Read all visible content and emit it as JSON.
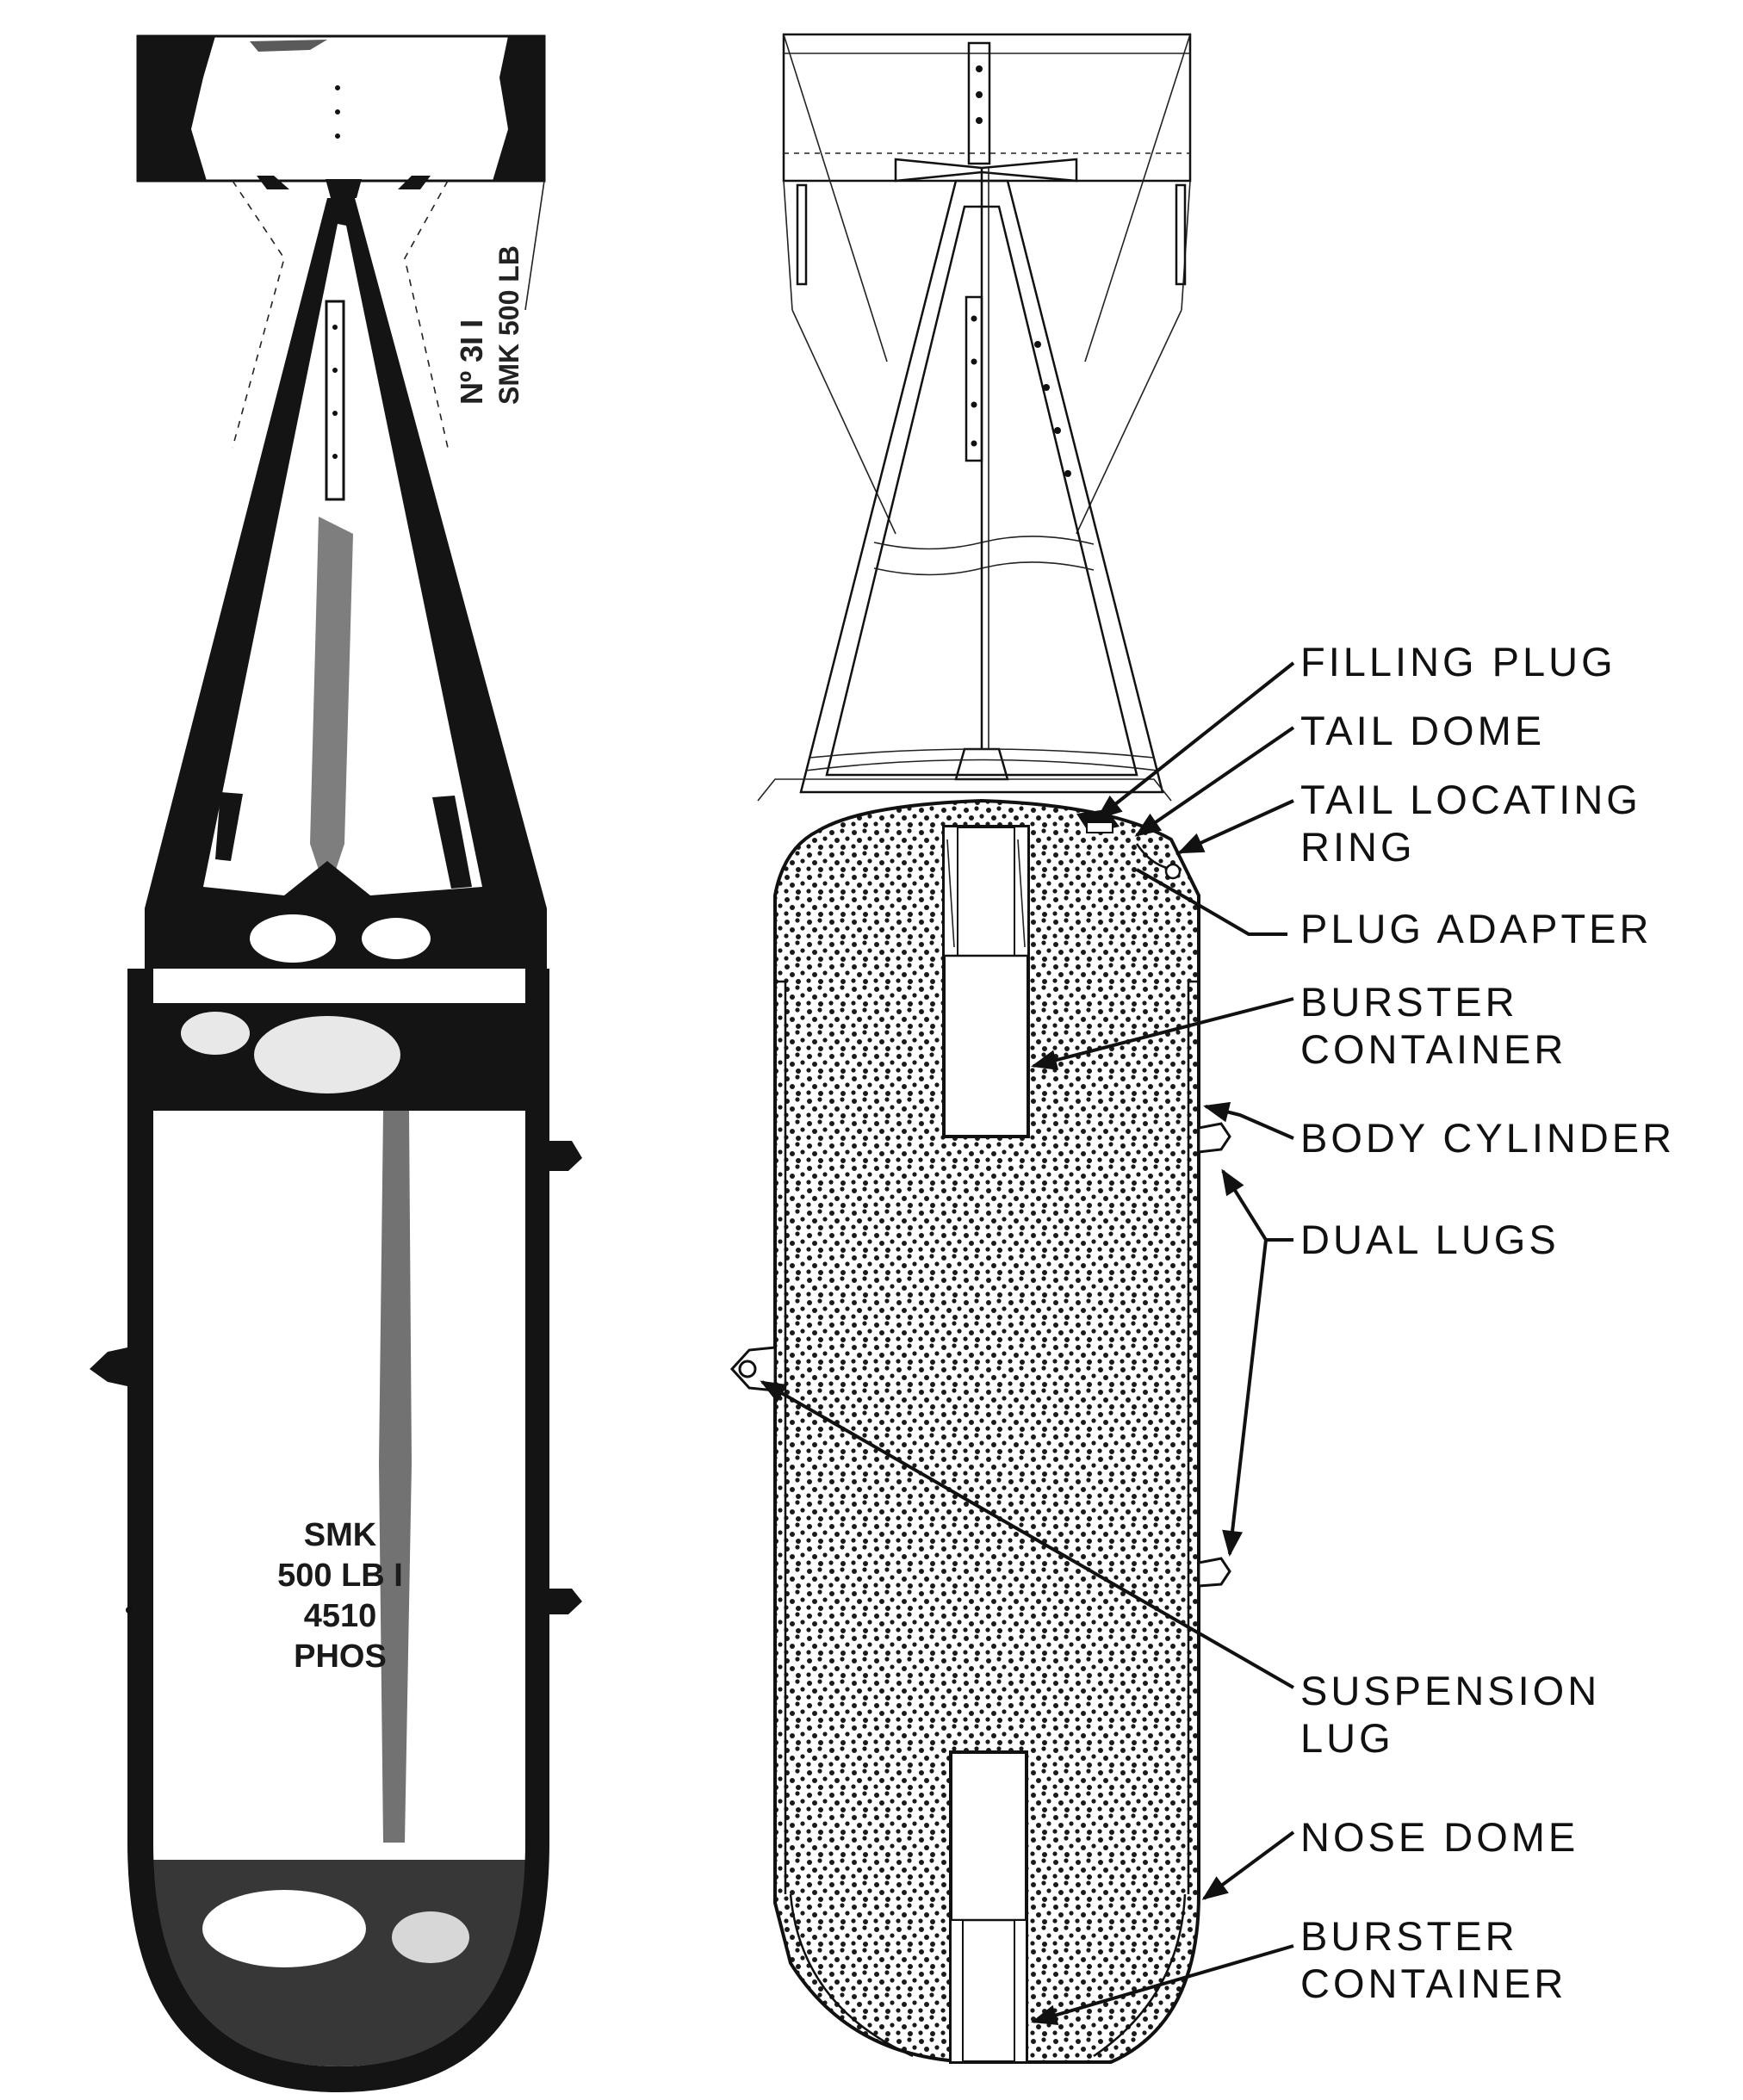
{
  "exterior_view": {
    "side_marking": [
      "Nº 3I I",
      "SMK 500 LB"
    ],
    "body_stencil": [
      "SMK",
      "500 LB I",
      "4510",
      "PHOS"
    ]
  },
  "cutaway_view": {
    "labels": [
      {
        "id": "filling-plug",
        "lines": [
          "FILLING PLUG"
        ]
      },
      {
        "id": "tail-dome",
        "lines": [
          "TAIL DOME"
        ]
      },
      {
        "id": "tail-locating-ring",
        "lines": [
          "TAIL LOCATING",
          "RING"
        ]
      },
      {
        "id": "plug-adapter",
        "lines": [
          "PLUG ADAPTER"
        ]
      },
      {
        "id": "burster-container-tail",
        "lines": [
          "BURSTER",
          "CONTAINER"
        ]
      },
      {
        "id": "body-cylinder",
        "lines": [
          "BODY CYLINDER"
        ]
      },
      {
        "id": "dual-lugs",
        "lines": [
          "DUAL LUGS"
        ]
      },
      {
        "id": "suspension-lug",
        "lines": [
          "SUSPENSION",
          "LUG"
        ]
      },
      {
        "id": "nose-dome",
        "lines": [
          "NOSE DOME"
        ]
      },
      {
        "id": "burster-container-nose",
        "lines": [
          "BURSTER",
          "CONTAINER"
        ]
      }
    ]
  }
}
